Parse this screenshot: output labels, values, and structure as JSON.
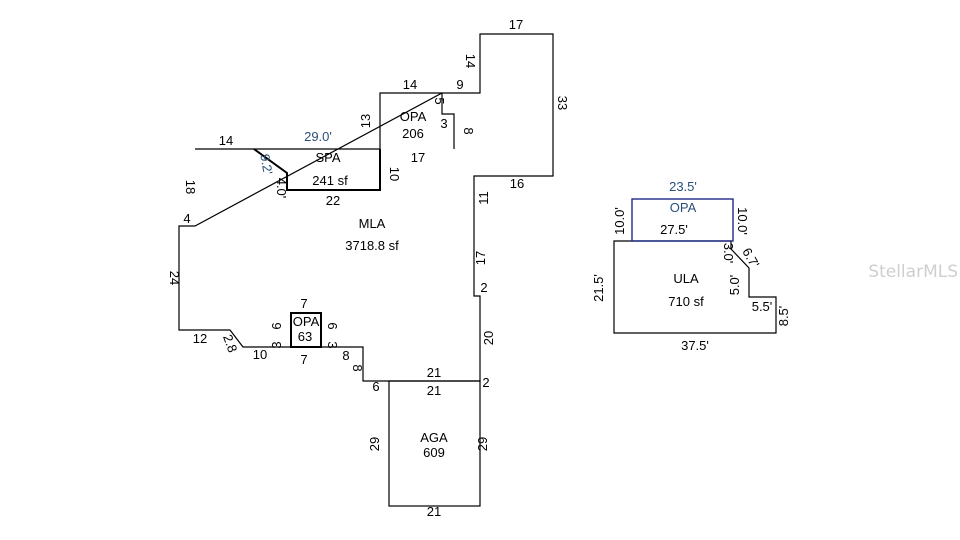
{
  "watermark": "StellarMLS",
  "main": {
    "mla": {
      "name": "MLA",
      "area": "3718.8 sf"
    },
    "spa": {
      "name": "SPA",
      "area": "241 sf",
      "dim_top": "29.0'",
      "dim_diag": "9.2'",
      "dim_left": "4.0'",
      "dim_bottom": "22",
      "dim_right": "10"
    },
    "opa_top": {
      "name": "OPA",
      "area": "206",
      "dim_top": "14",
      "dim_left": "13",
      "dim_right_step": "5",
      "dim_inner": "3",
      "dim_right": "8",
      "dim_bottom": "17"
    },
    "opa_small": {
      "name": "OPA",
      "area": "63",
      "dim_top": "7",
      "dim_bottom": "7",
      "dim_left": "6",
      "dim_right": "6",
      "dim_left_step": "3",
      "dim_right_step": "3"
    },
    "aga": {
      "name": "AGA",
      "area": "609",
      "dim_top_outer": "21",
      "dim_top_inner": "21",
      "dim_left": "29",
      "dim_right": "29",
      "dim_bottom": "21"
    },
    "perimeter": {
      "top_left": "14",
      "left_upper": "18",
      "left_notch": "4",
      "left_lower": "24",
      "bottom_left": "12",
      "bottom_diag": "2.8",
      "bottom_mid": "10",
      "bottom_step": "8",
      "bottom_step_v": "8",
      "bottom_to_garage": "6",
      "right_lower": "20",
      "right_notch_low": "2",
      "right_mid": "17",
      "right_notch_high": "2",
      "right_upper": "11",
      "upper_ledge": "16",
      "tower_right": "33",
      "tower_top": "17",
      "tower_left": "14",
      "tower_step": "9"
    }
  },
  "secondary": {
    "ula": {
      "name": "ULA",
      "area": "710 sf",
      "dim_left": "21.5'",
      "dim_bottom": "37.5'",
      "dim_right": "8.5'",
      "dim_step_h": "5.5'",
      "dim_step_v": "5.0'",
      "dim_diag": "6.7'",
      "dim_top_right": "3.0'",
      "dim_top_inner": "27.5'"
    },
    "opa": {
      "name": "OPA",
      "dim_top": "23.5'",
      "dim_left": "10.0'",
      "dim_right": "10.0'"
    }
  }
}
